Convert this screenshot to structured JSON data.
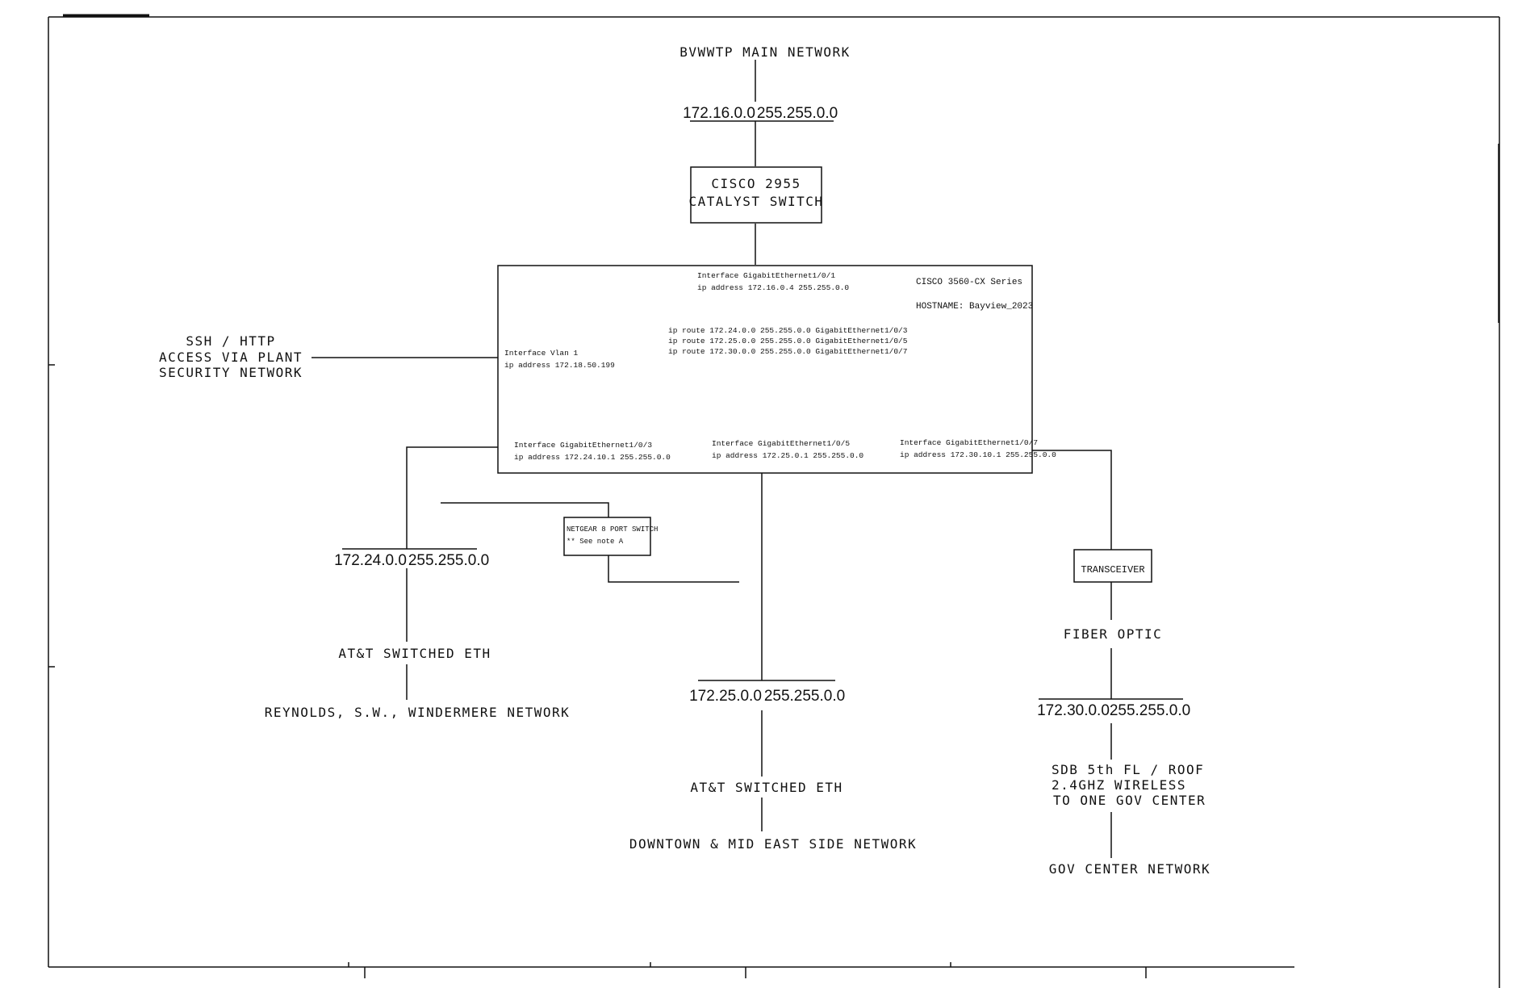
{
  "main_network": {
    "label": "BVWWTP MAIN NETWORK",
    "ip": "172.16.0.0",
    "mask": "255.255.0.0"
  },
  "catalyst_switch": {
    "line1": "CISCO 2955",
    "line2": "CATALYST SWITCH"
  },
  "core_switch": {
    "model": "CISCO 3560-CX Series",
    "hostname": "HOSTNAME: Bayview_2023",
    "uplink": {
      "iface": "Interface GigabitEthernet1/0/1",
      "ip": "ip address 172.16.0.4 255.255.0.0"
    },
    "vlan": {
      "iface": "Interface Vlan 1",
      "ip": "ip address 172.18.50.199"
    },
    "routes": [
      "ip route 172.24.0.0 255.255.0.0 GigabitEthernet1/0/3",
      "ip route 172.25.0.0 255.255.0.0 GigabitEthernet1/0/5",
      "ip route 172.30.0.0 255.255.0.0 GigabitEthernet1/0/7"
    ],
    "port3": {
      "iface": "Interface GigabitEthernet1/0/3",
      "ip": "ip address 172.24.10.1 255.255.0.0"
    },
    "port5": {
      "iface": "Interface GigabitEthernet1/0/5",
      "ip": "ip address 172.25.0.1 255.255.0.0"
    },
    "port7": {
      "iface": "Interface GigabitEthernet1/0/7",
      "ip": "ip address 172.30.10.1 255.255.0.0"
    }
  },
  "ssh_access": {
    "line1": "SSH / HTTP",
    "line2": "ACCESS VIA PLANT",
    "line3": "SECURITY NETWORK"
  },
  "netgear": {
    "line1": "NETGEAR 8 PORT SWITCH",
    "line2": "** See note A"
  },
  "branch_left": {
    "ip": "172.24.0.0",
    "mask": "255.255.0.0",
    "carrier": "AT&T SWITCHED ETH",
    "network": "REYNOLDS, S.W., WINDERMERE NETWORK"
  },
  "branch_center": {
    "ip": "172.25.0.0",
    "mask": "255.255.0.0",
    "carrier": "AT&T SWITCHED ETH",
    "network": "DOWNTOWN & MID EAST SIDE NETWORK"
  },
  "branch_right": {
    "transceiver": "TRANSCEIVER",
    "medium": "FIBER OPTIC",
    "ip": "172.30.0.0",
    "mask": "255.255.0.0",
    "link1": "SDB 5th FL / ROOF",
    "link2": "2.4GHZ WIRELESS",
    "link3": "TO ONE GOV CENTER",
    "network": "GOV CENTER NETWORK"
  }
}
